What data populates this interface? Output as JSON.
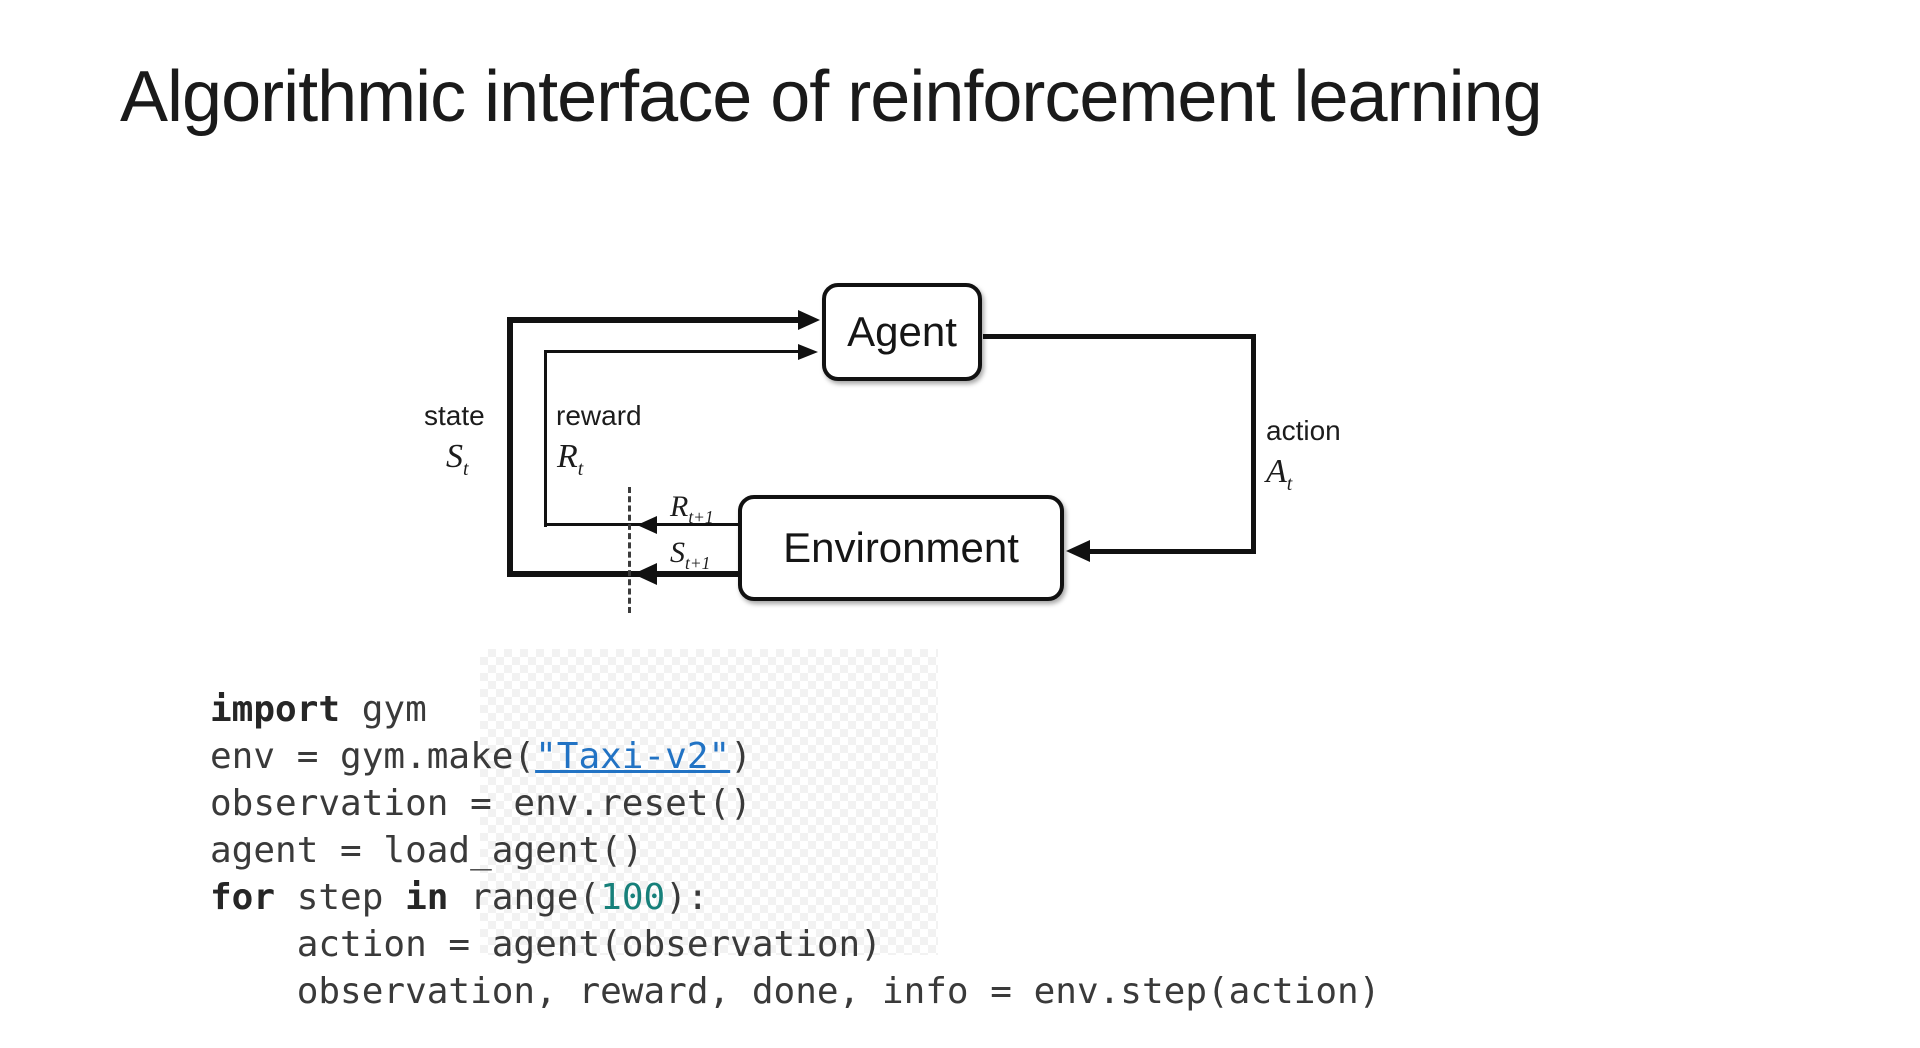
{
  "slide": {
    "title": "Algorithmic interface of reinforcement learning"
  },
  "diagram": {
    "agent_label": "Agent",
    "environment_label": "Environment",
    "state": {
      "label": "state",
      "symbol": "S",
      "sub": "t"
    },
    "reward": {
      "label": "reward",
      "symbol": "R",
      "sub": "t"
    },
    "action": {
      "label": "action",
      "symbol": "A",
      "sub": "t"
    },
    "next_reward": {
      "symbol": "R",
      "sub": "t+1"
    },
    "next_state": {
      "symbol": "S",
      "sub": "t+1"
    }
  },
  "code": {
    "lines": [
      {
        "tokens": [
          {
            "t": "import",
            "s": "kw"
          },
          {
            "t": " gym",
            "s": "plain"
          }
        ]
      },
      {
        "tokens": [
          {
            "t": "env = gym.make(",
            "s": "plain"
          },
          {
            "t": "\"Taxi-v2\"",
            "s": "link"
          },
          {
            "t": ")",
            "s": "plain"
          }
        ]
      },
      {
        "tokens": [
          {
            "t": "observation = env.reset()",
            "s": "plain"
          }
        ]
      },
      {
        "tokens": [
          {
            "t": "agent = load_agent()",
            "s": "plain"
          }
        ]
      },
      {
        "tokens": [
          {
            "t": "for",
            "s": "kw"
          },
          {
            "t": " step ",
            "s": "plain"
          },
          {
            "t": "in",
            "s": "kw"
          },
          {
            "t": " range(",
            "s": "plain"
          },
          {
            "t": "100",
            "s": "num"
          },
          {
            "t": "):",
            "s": "plain"
          }
        ]
      },
      {
        "tokens": [
          {
            "t": "    action = agent(observation)",
            "s": "plain"
          }
        ]
      },
      {
        "tokens": [
          {
            "t": "    observation, reward, done, info = env.step(action)",
            "s": "plain"
          }
        ]
      }
    ]
  },
  "colors": {
    "title_text": "#1a1a1a",
    "diagram_line": "#111111",
    "code_text": "#3a3a3a",
    "code_keyword": "#262626",
    "code_number": "#17807a",
    "code_link": "#2273c4",
    "checker_gray": "#f2f2f2"
  }
}
